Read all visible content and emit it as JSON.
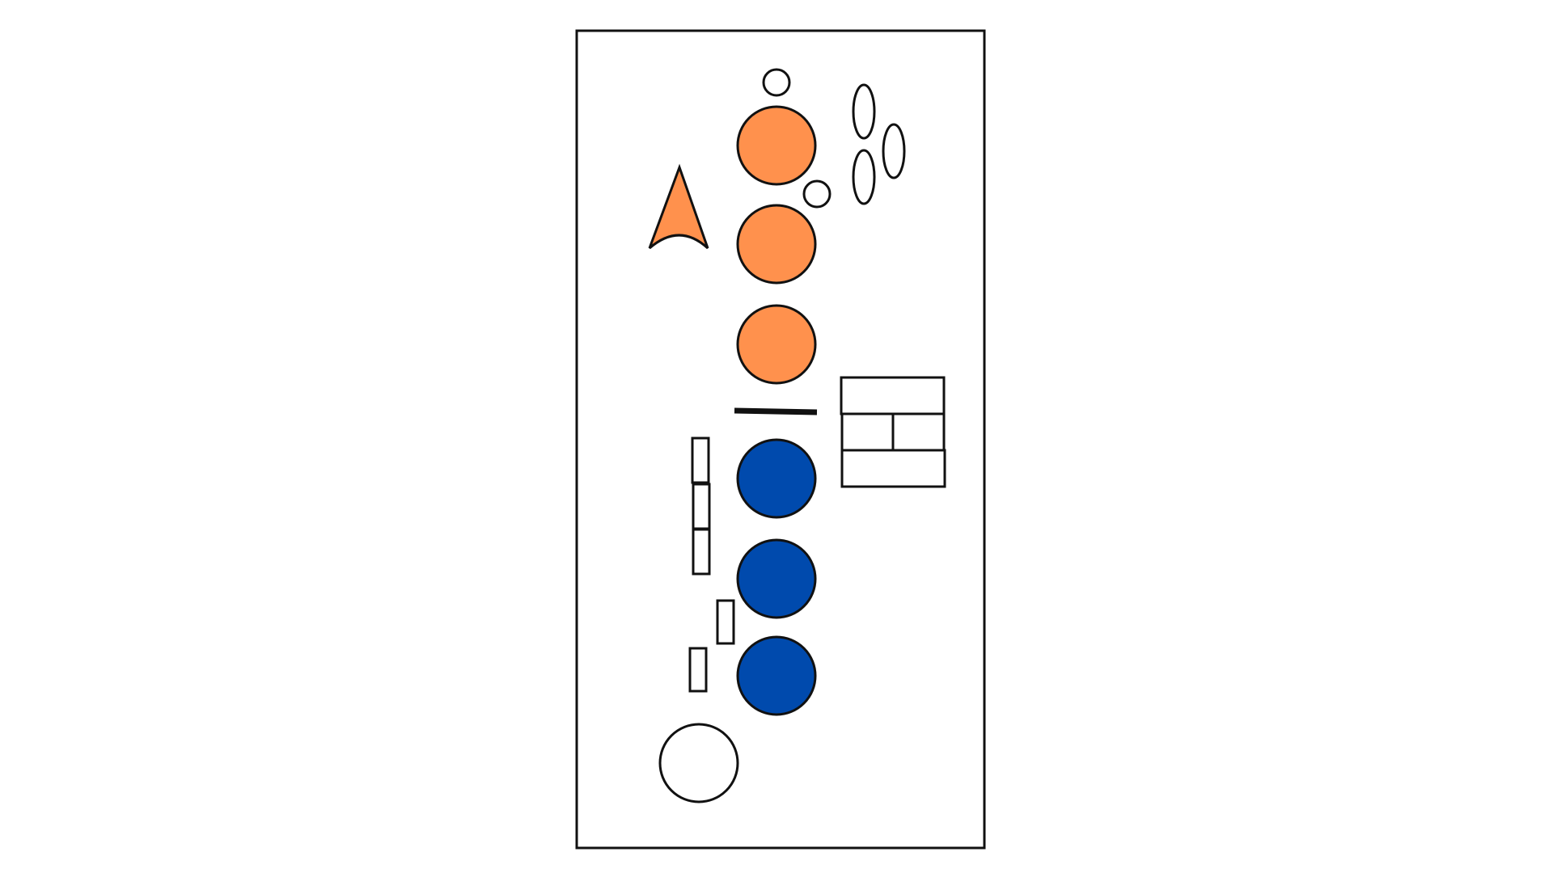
{
  "colors": {
    "background": "#ffffff",
    "stroke": "#111111",
    "top_group_fill": "#ff914d",
    "bottom_group_fill": "#004aad",
    "outline_fill": "#ffffff"
  },
  "shapes": {
    "top_circle_count": 3,
    "bottom_circle_count": 3,
    "small_ovals_count": 3,
    "small_rects_count": 5,
    "grid_rows": 3,
    "grid_middle_cells": 2
  }
}
